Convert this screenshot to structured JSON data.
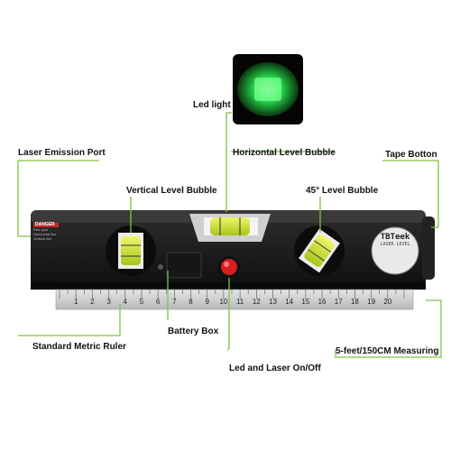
{
  "labels": {
    "led_light": "Led light",
    "laser_emission_port": "Laser Emission Port",
    "horizontal_level_bubble": "Horizontal Level Bubble",
    "tape_button": "Tape Botton",
    "vertical_level_bubble": "Vertical Level Bubble",
    "angle_level_bubble": "45°   Level Bubble",
    "standard_metric_ruler": "Standard Metric Ruler",
    "battery_box": "Battery Box",
    "led_laser_switch": "Led and Laser On/Off",
    "tape_measuring": "5-feet/150CM Measuring"
  },
  "device": {
    "brand": "TBTeek",
    "sub_label": "LASER LEVEL",
    "warning_title": "DANGER",
    "warning_lines": [
      "Red spot",
      "Horizontal line",
      "Vertical line"
    ],
    "ruler_ticks": [
      "1",
      "2",
      "3",
      "4",
      "5",
      "6",
      "7",
      "8",
      "9",
      "10",
      "11",
      "12",
      "13",
      "14",
      "15",
      "16",
      "17",
      "18",
      "19",
      "20"
    ]
  },
  "colors": {
    "callout_line": "#7dc242",
    "body": "#1b1b1b",
    "bubble": "#c6e22a",
    "led_glow": "#39ff6a",
    "switch": "#d61f1f"
  }
}
